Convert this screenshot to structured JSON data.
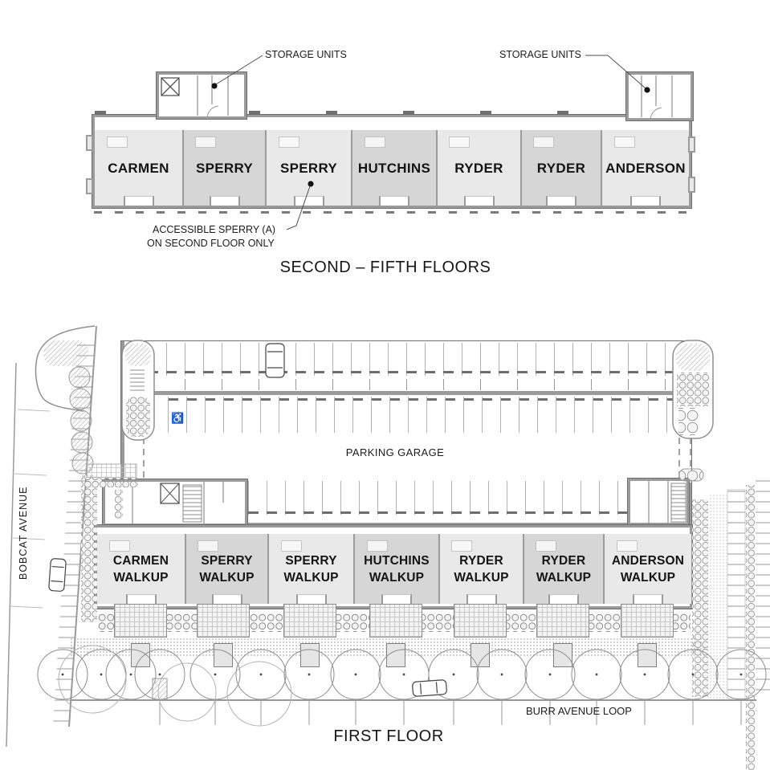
{
  "drawing": {
    "type": "architectural floor plan",
    "colors": {
      "unit_light": "#e9e9e9",
      "unit_dark": "#d6d6d6",
      "wall_gray": "#9b9b9b",
      "line_gray": "#8f8f8f",
      "text": "#1a1a1a"
    }
  },
  "upper_plan": {
    "title": "SECOND – FIFTH FLOORS",
    "storage_left": "STORAGE UNITS",
    "storage_right": "STORAGE UNITS",
    "note_line1": "ACCESSIBLE SPERRY (A)",
    "note_line2": "ON SECOND FLOOR ONLY",
    "units": [
      {
        "label": "CARMEN"
      },
      {
        "label": "SPERRY"
      },
      {
        "label": "SPERRY"
      },
      {
        "label": "HUTCHINS"
      },
      {
        "label": "RYDER"
      },
      {
        "label": "RYDER"
      },
      {
        "label": "ANDERSON"
      }
    ]
  },
  "first_floor": {
    "title": "FIRST FLOOR",
    "garage_label": "PARKING GARAGE",
    "accessible_symbol": "♿",
    "street_left": "BOBCAT AVENUE",
    "street_bottom": "BURR AVENUE LOOP",
    "units": [
      {
        "line1": "CARMEN",
        "line2": "WALKUP"
      },
      {
        "line1": "SPERRY",
        "line2": "WALKUP"
      },
      {
        "line1": "SPERRY",
        "line2": "WALKUP"
      },
      {
        "line1": "HUTCHINS",
        "line2": "WALKUP"
      },
      {
        "line1": "RYDER",
        "line2": "WALKUP"
      },
      {
        "line1": "RYDER",
        "line2": "WALKUP"
      },
      {
        "line1": "ANDERSON",
        "line2": "WALKUP"
      }
    ]
  }
}
